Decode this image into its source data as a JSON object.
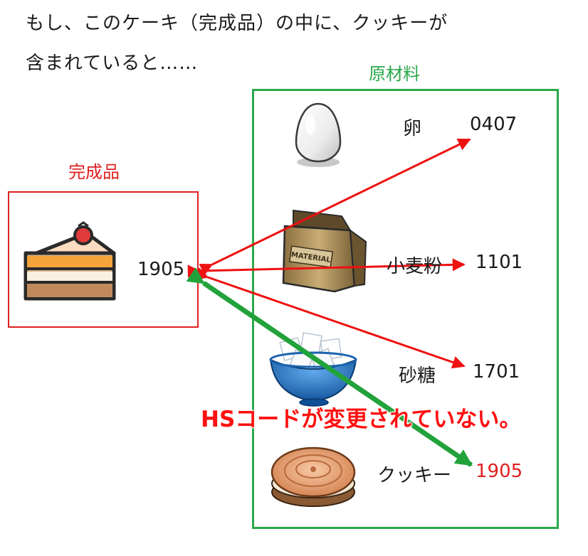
{
  "intro": {
    "line1": "もし、このケーキ（完成品）の中に、クッキーが",
    "line2": "含まれていると……"
  },
  "finished": {
    "label": "完成品",
    "code": "1905",
    "icon": "cake-icon"
  },
  "raw": {
    "label": "原材料",
    "items": [
      {
        "name": "卵",
        "code": "0407",
        "icon": "egg-icon"
      },
      {
        "name": "小麦粉",
        "code": "1101",
        "icon": "flour-bag-icon",
        "bag_text": "MATERIAL"
      },
      {
        "name": "砂糖",
        "code": "1701",
        "icon": "sugar-bowl-icon"
      },
      {
        "name": "クッキー",
        "code": "1905",
        "icon": "cookie-icon"
      }
    ]
  },
  "note": "HSコードが変更されていない。",
  "colors": {
    "finished": "#e02020",
    "raw": "#2aa84a",
    "red_arrow": "#ee1111",
    "green_arrow": "#22a23a",
    "highlight_code": "#e02020"
  }
}
